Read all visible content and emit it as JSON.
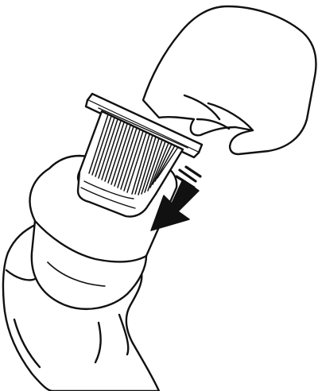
{
  "diagram": {
    "colors": {
      "background": "#ffffff",
      "line": "#111111",
      "fill": "#ffffff",
      "arrow": "#111111"
    },
    "parts": [
      "upper-hand",
      "filter-cap",
      "pleated-filter",
      "dust-container",
      "lower-hand",
      "insert-arrow"
    ]
  }
}
